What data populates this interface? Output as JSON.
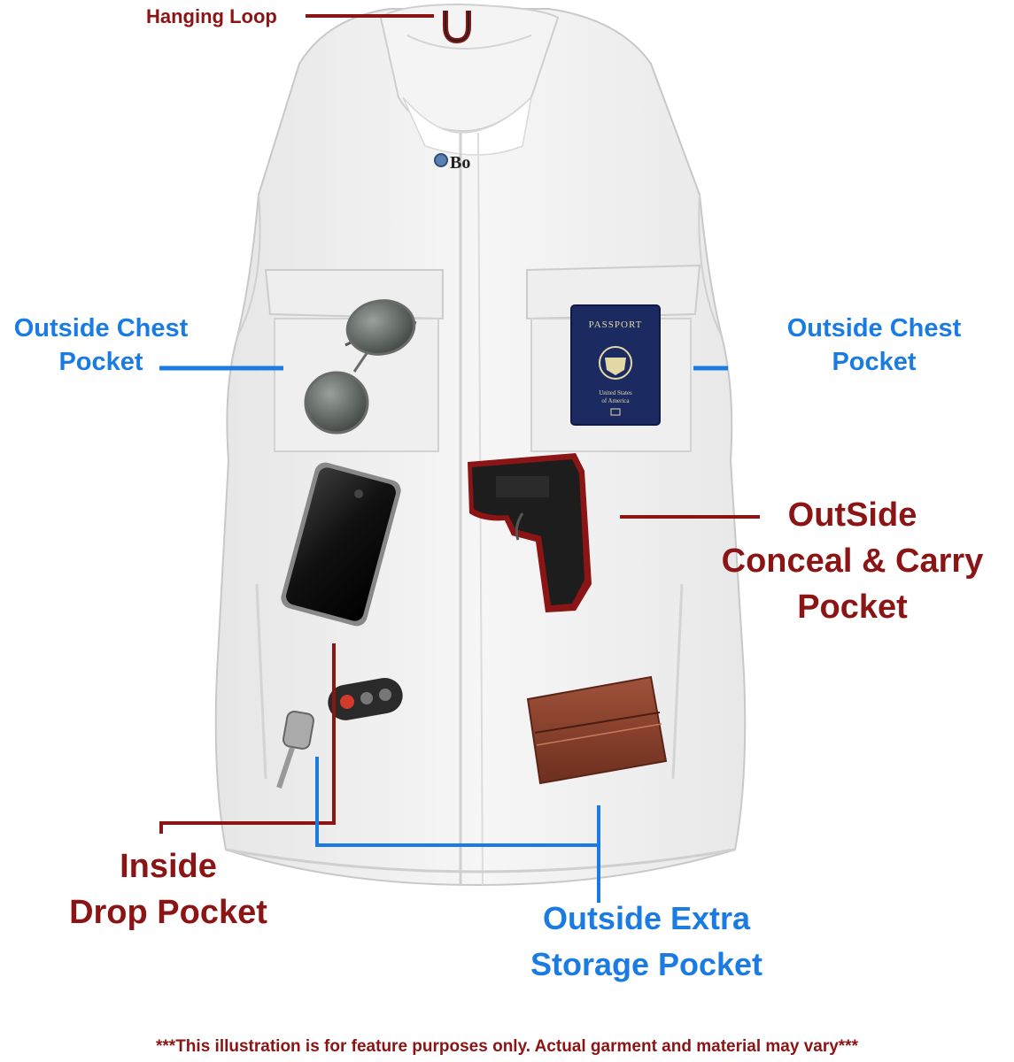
{
  "labels": {
    "hanging_loop": "Hanging Loop",
    "chest_left": [
      "Outside Chest",
      "Pocket"
    ],
    "chest_right": [
      "Outside Chest",
      "Pocket"
    ],
    "conceal": [
      "OutSide",
      "Conceal & Carry",
      "Pocket"
    ],
    "inside_drop": [
      "Inside",
      "Drop Pocket"
    ],
    "extra_storage": [
      "Outside Extra",
      "Storage Pocket"
    ]
  },
  "passport": {
    "title": "PASSPORT",
    "country": [
      "United States",
      "of America"
    ]
  },
  "neck_tag": "Bo",
  "disclaimer": "***This illustration is for feature purposes only.  Actual garment and material may vary***",
  "colors": {
    "blue": "#1a7ce3",
    "red": "#8b1414",
    "vest": "#f1f1f1"
  },
  "icons": [
    "vest",
    "sunglasses",
    "passport",
    "pistol",
    "smartphone",
    "car-key-fob",
    "wallet",
    "hanging-loop"
  ]
}
